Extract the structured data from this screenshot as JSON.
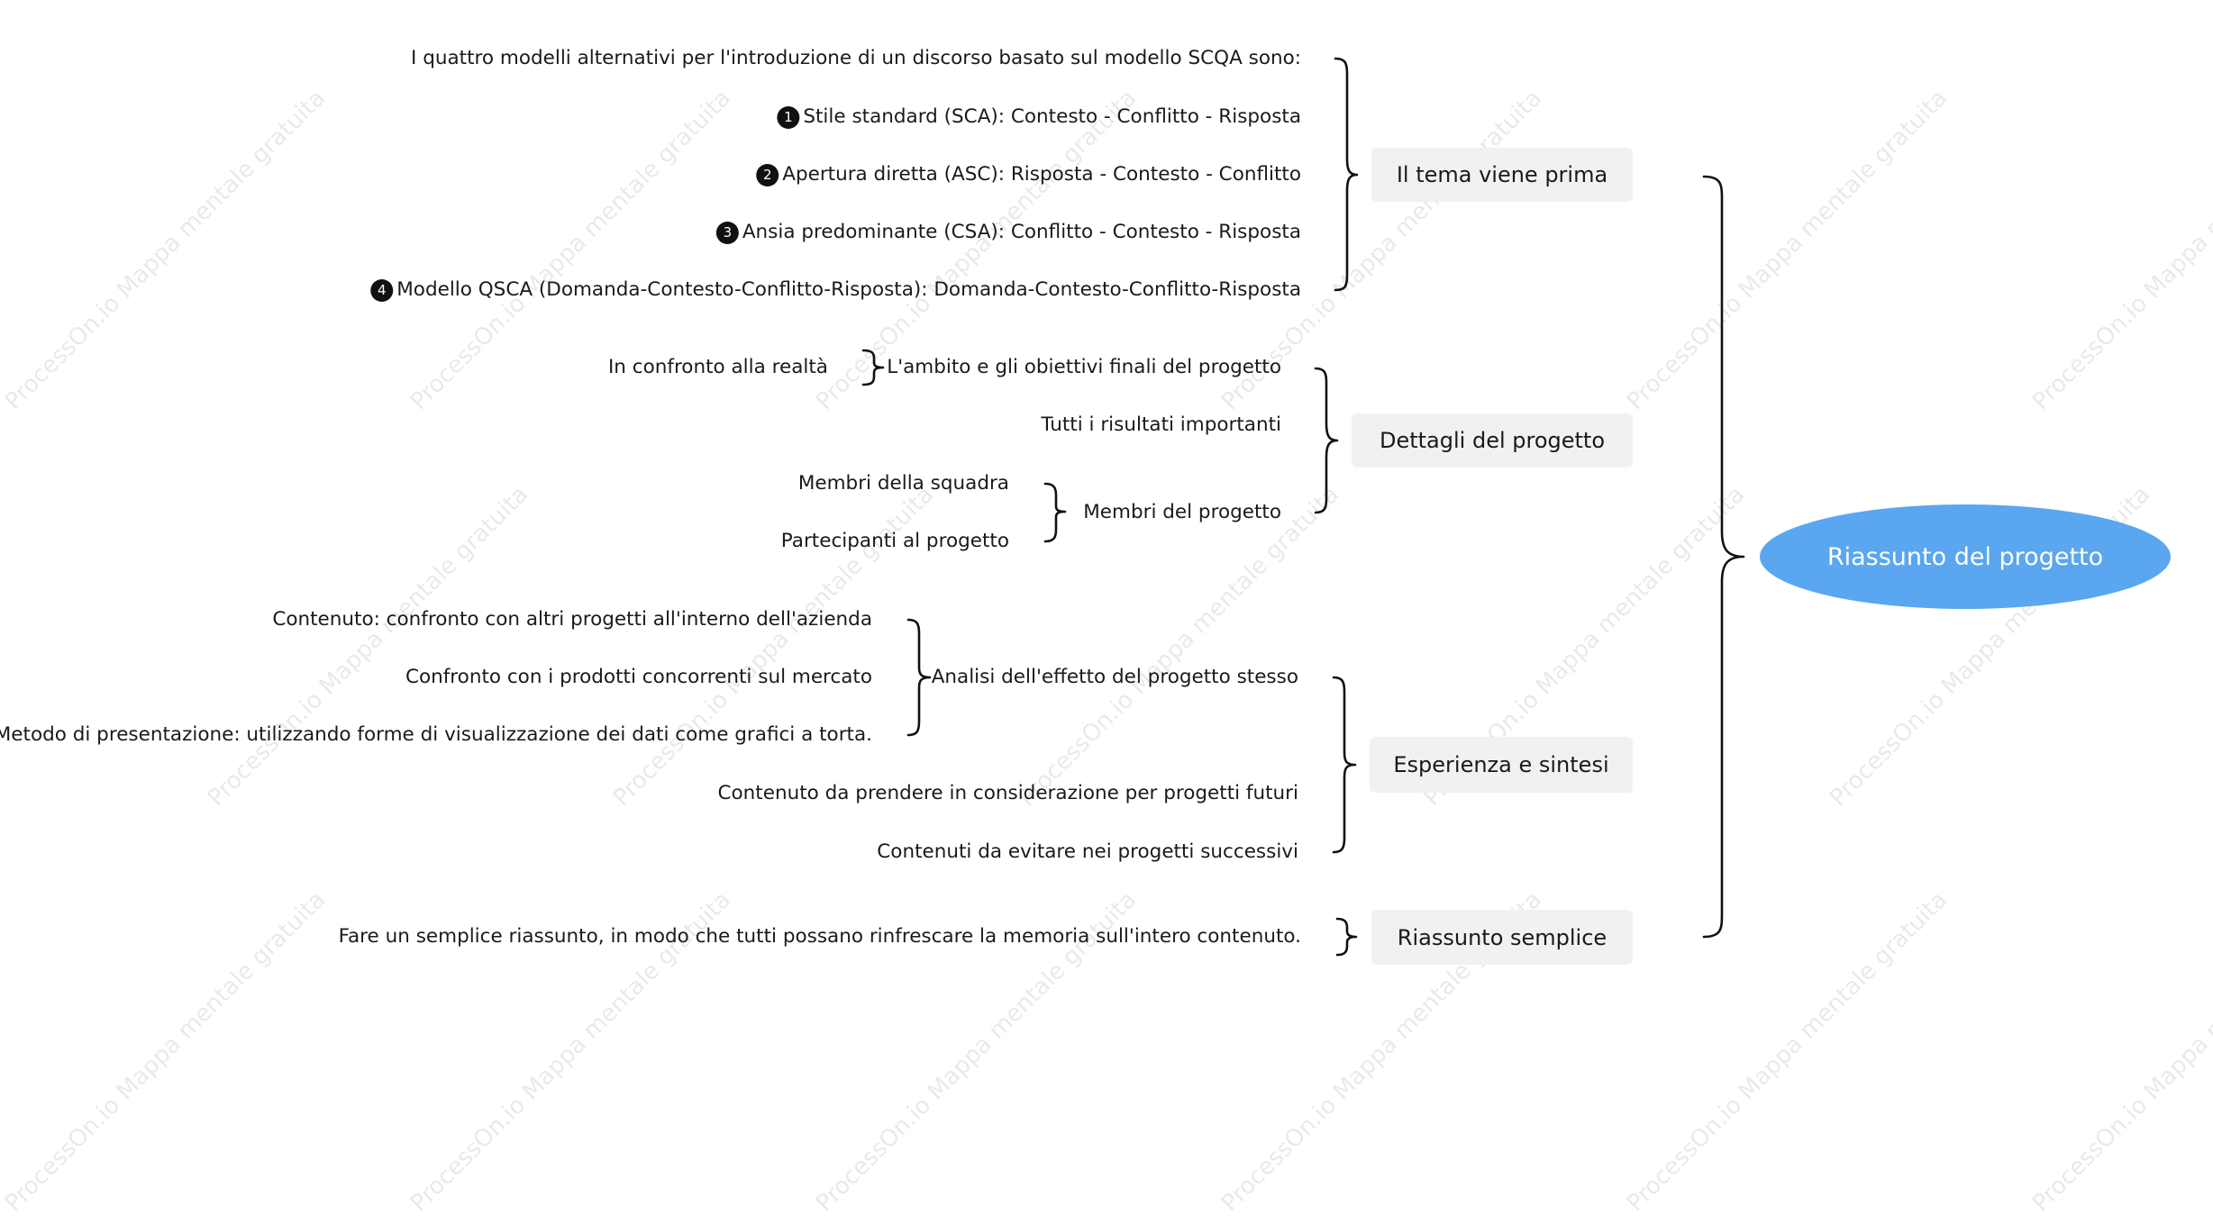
{
  "root": {
    "label": "Riassunto del progetto",
    "color": "#5aa6f0"
  },
  "watermark": "ProcessOn.io Mappa mentale gratuita",
  "branches": {
    "tema": {
      "label": "Il tema viene prima",
      "intro": "I quattro modelli alternativi per l'introduzione di un discorso basato sul modello SCQA sono:",
      "models": [
        {
          "num": "1",
          "text": "Stile standard (SCA): Contesto - Conflitto - Risposta"
        },
        {
          "num": "2",
          "text": "Apertura diretta (ASC): Risposta - Contesto - Conflitto"
        },
        {
          "num": "3",
          "text": "Ansia predominante (CSA): Conflitto - Contesto - Risposta"
        },
        {
          "num": "4",
          "text": "Modello QSCA (Domanda-Contesto-Conflitto-Risposta): Domanda-Contesto-Conflitto-Risposta"
        }
      ]
    },
    "dettagli": {
      "label": "Dettagli del progetto",
      "ambito": "L'ambito e gli obiettivi finali del progetto",
      "ambito_note": "In confronto alla realtà",
      "risultati": "Tutti i risultati importanti",
      "membri": "Membri del progetto",
      "membri_children": [
        "Membri della squadra",
        "Partecipanti al progetto"
      ]
    },
    "esperienza": {
      "label": "Esperienza e sintesi",
      "analisi": "Analisi dell'effetto del progetto stesso",
      "analisi_children": [
        "Contenuto: confronto con altri progetti all'interno dell'azienda",
        "Confronto con i prodotti concorrenti sul mercato",
        "Metodo di presentazione: utilizzando forme di visualizzazione dei dati come grafici a torta."
      ],
      "futuri": "Contenuto da prendere in considerazione per progetti futuri",
      "evitare": "Contenuti da evitare nei progetti successivi"
    },
    "semplice": {
      "label": "Riassunto semplice",
      "text": "Fare un semplice riassunto, in modo che tutti possano rinfrescare la memoria sull'intero contenuto."
    }
  }
}
